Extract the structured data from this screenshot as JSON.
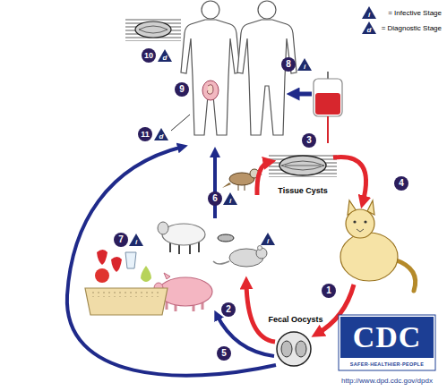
{
  "diagram": {
    "labels": [
      "i",
      "= Infective Stage",
      "d",
      "= Diagnostic Stage",
      "10",
      "d",
      "9",
      "8",
      "i",
      "11",
      "d",
      "3",
      "Tissue Cysts",
      "4",
      "6",
      "i",
      "7",
      "i",
      "i",
      "2",
      "Fecal Oocysts",
      "1",
      "5",
      "CDC",
      "SAFER·HEALTHIER·PEOPLE",
      "http://www.dpd.cdc.gov/dpdx"
    ]
  }
}
